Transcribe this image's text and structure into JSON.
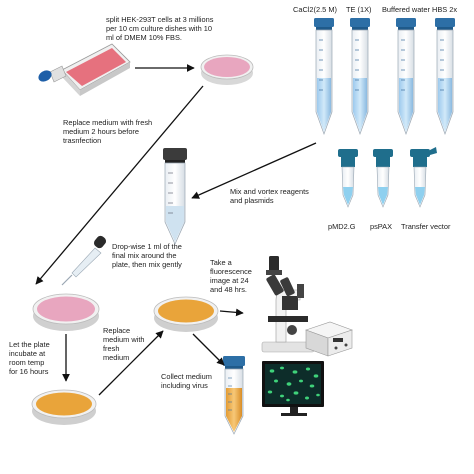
{
  "steps": {
    "split": "split HEK-293T cells at 3 millions\nper 10 cm culture dishes with 10\nml of DMEM 10% FBS.",
    "replace_medium": "Replace medium with fresh\nmedium 2 hours before\ntrasnfection",
    "mix_vortex": "Mix and vortex reagents\nand plasmids",
    "drop_wise": "Drop-wise 1 ml of the\nfinal mix around the\nplate, then mix gently",
    "incubate": "Let the plate\nincubate at\nroom temp\nfor 16 hours",
    "replace_fresh": "Replace\nmedium with\nfresh\nmedium",
    "fluorescence": "Take a\nfluorescence\nimage at 24\nand 48 hrs.",
    "collect": "Collect medium\nincluding virus"
  },
  "reagents": [
    "CaCl2(2.5 M)",
    "TE (1X)",
    "Buffered water HBS 2x"
  ],
  "plasmids": [
    "pMD2.G",
    "psPAX",
    "Transfer vector"
  ],
  "colors": {
    "tube_blue": "#2d6fa6",
    "cap_teal": "#1f6e8c",
    "pink_medium": "#e8a6bf",
    "orange_medium": "#e9a43a",
    "arrow": "#111111",
    "screen": "#0d2d2a",
    "cell_green": "#3fd27a"
  }
}
